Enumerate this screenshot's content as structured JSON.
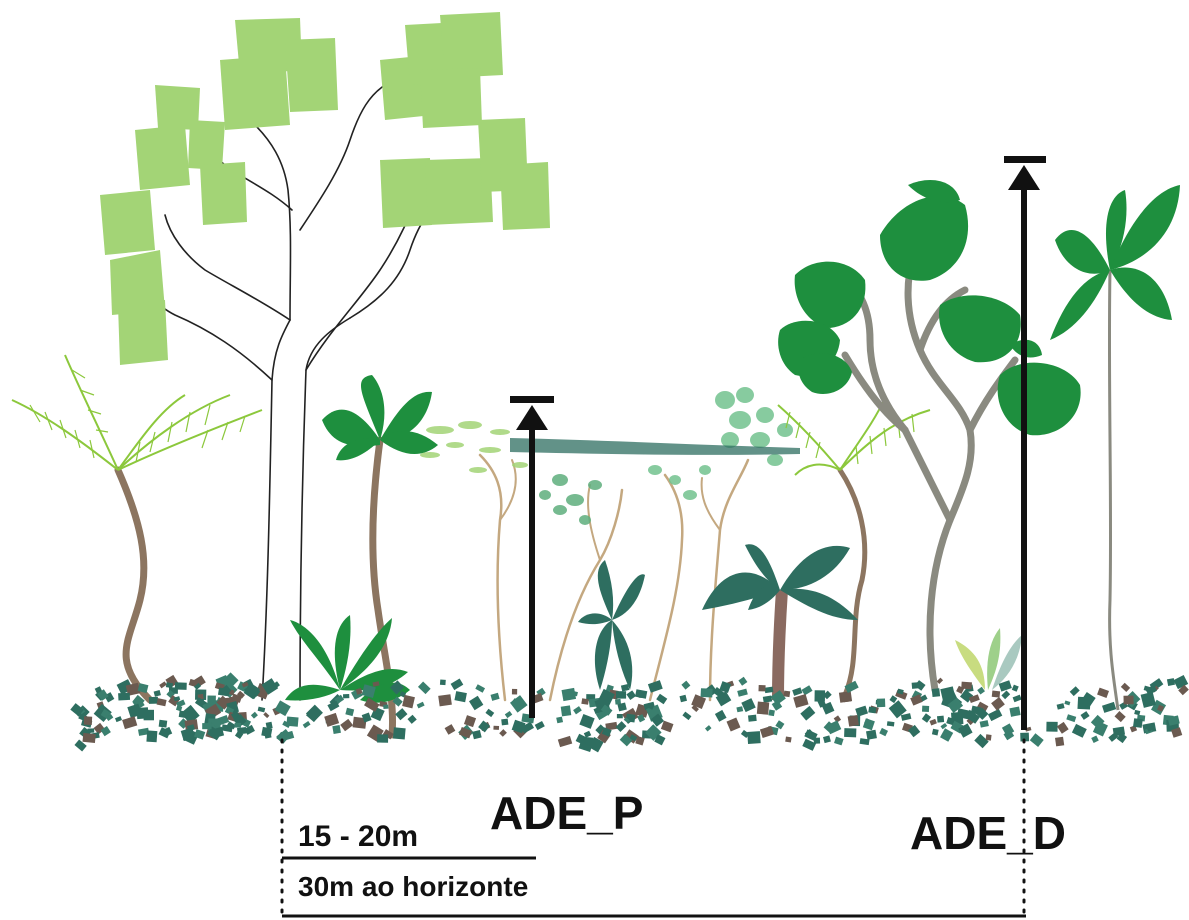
{
  "labels": {
    "ade_p": "ADE_P",
    "ade_d": "ADE_D",
    "span": "15 - 20m",
    "horizon": "30m ao horizonte"
  },
  "colors": {
    "light_green": "#a3d476",
    "dark_green": "#1e8f3e",
    "teal": "#2e6e60",
    "palm_light": "#8cc83c",
    "trunk_brown": "#8c7560",
    "trunk_grey": "#8a8a80",
    "outline": "#222222"
  },
  "icons": {
    "measure_arrow": "arrow-up-with-bar-icon"
  }
}
